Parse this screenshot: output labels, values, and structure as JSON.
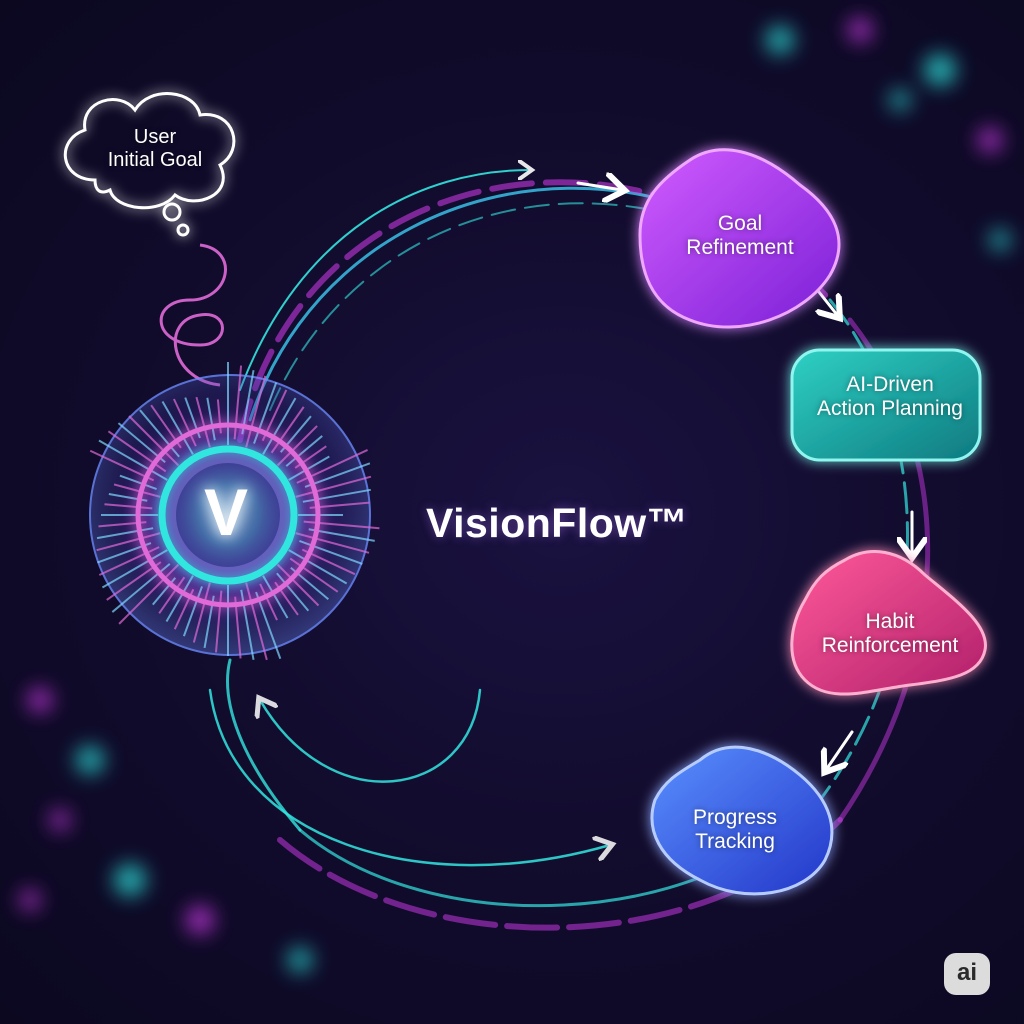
{
  "brand": {
    "title": "VisionFlow™",
    "core_letter": "V",
    "badge": "ai"
  },
  "cloud": {
    "line1": "User",
    "line2": "Initial Goal"
  },
  "steps": [
    {
      "line1": "Goal",
      "line2": "Refinement",
      "color": "#b13cf0"
    },
    {
      "line1": "AI-Driven",
      "line2": "Action Planning",
      "color": "#19a9a4"
    },
    {
      "line1": "Habit",
      "line2": "Reinforcement",
      "color": "#e8408a"
    },
    {
      "line1": "Progress",
      "line2": "Tracking",
      "color": "#3a6cf0"
    }
  ],
  "colors": {
    "background": "#120c2e",
    "cyan": "#33e6e0",
    "magenta": "#d63cf0",
    "purple": "#8a3cff"
  }
}
